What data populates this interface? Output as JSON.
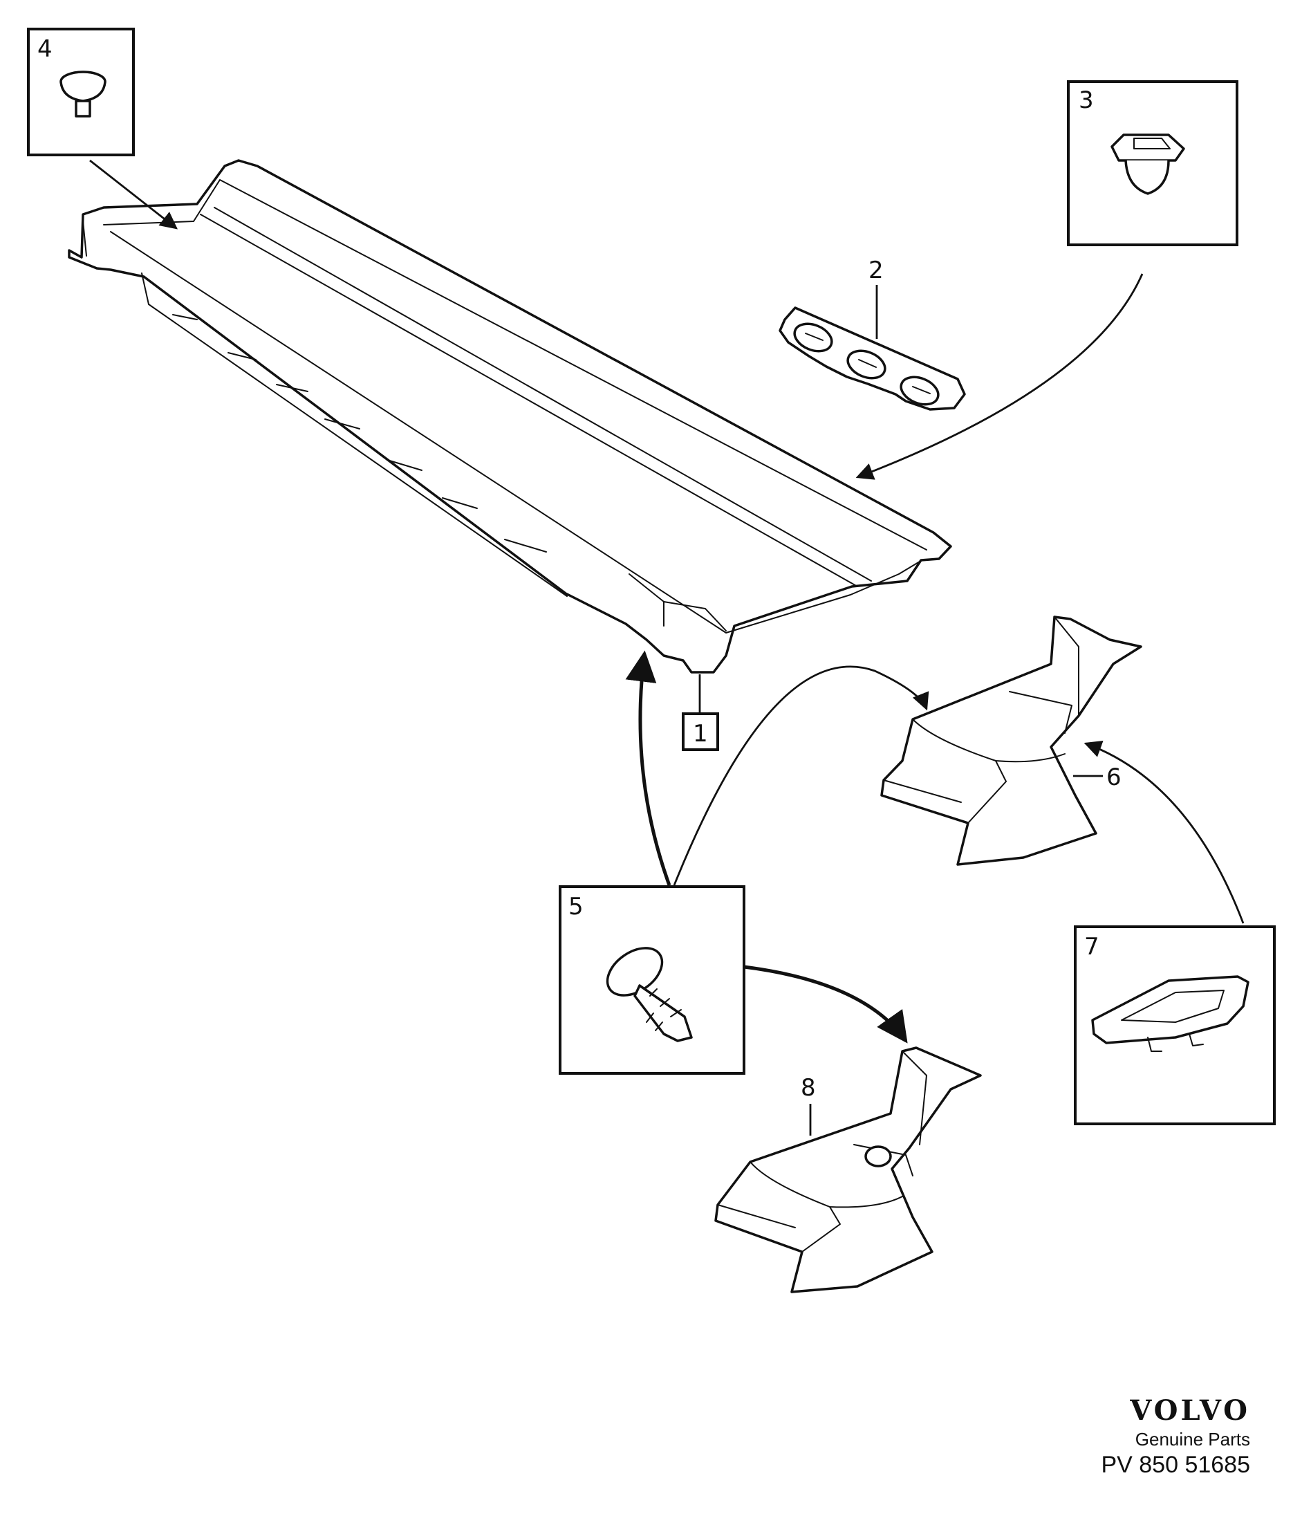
{
  "callouts": {
    "c1": "1",
    "c2": "2",
    "c3": "3",
    "c4": "4",
    "c5": "5",
    "c6": "6",
    "c7": "7",
    "c8": "8"
  },
  "brand": {
    "logo": "VOLVO",
    "tagline": "Genuine Parts",
    "code": "PV 850 51685"
  }
}
